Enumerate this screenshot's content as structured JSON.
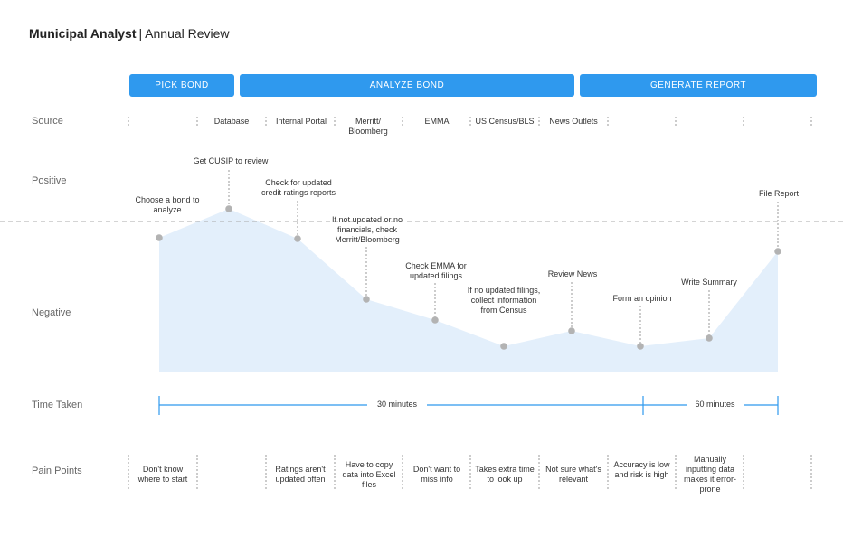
{
  "header": {
    "title_bold": "Municipal Analyst",
    "separator": "|",
    "title_rest": "Annual Review"
  },
  "phases": [
    "PICK BOND",
    "ANALYZE BOND",
    "GENERATE REPORT"
  ],
  "rows": {
    "source": "Source",
    "positive": "Positive",
    "negative": "Negative",
    "time_taken": "Time Taken",
    "pain_points": "Pain Points"
  },
  "sources": [
    "Database",
    "Internal Portal",
    "Merritt/ Bloomberg",
    "EMMA",
    "US Census/BLS",
    "News Outlets"
  ],
  "steps": [
    "Choose a bond to analyze",
    "Get CUSIP to review",
    "Check for updated credit ratings reports",
    "If not updated or no financials, check Merritt/Bloomberg",
    "Check EMMA for updated filings",
    "If no updated filings, collect information from Census",
    "Review News",
    "Form an opinion",
    "Write Summary",
    "File Report"
  ],
  "times": [
    "30 minutes",
    "60 minutes"
  ],
  "pain_points": [
    "Don't know where to start",
    "Ratings aren't updated often",
    "Have to copy data into Excel files",
    "Don't want to miss info",
    "Takes extra time to look up",
    "Not sure what's relevant",
    "Accuracy is low and risk is high",
    "Manually inputting data makes it error-prone"
  ],
  "colors": {
    "accent": "#2f99ee",
    "area": "#e3effb",
    "point": "#b3b3b3"
  }
}
